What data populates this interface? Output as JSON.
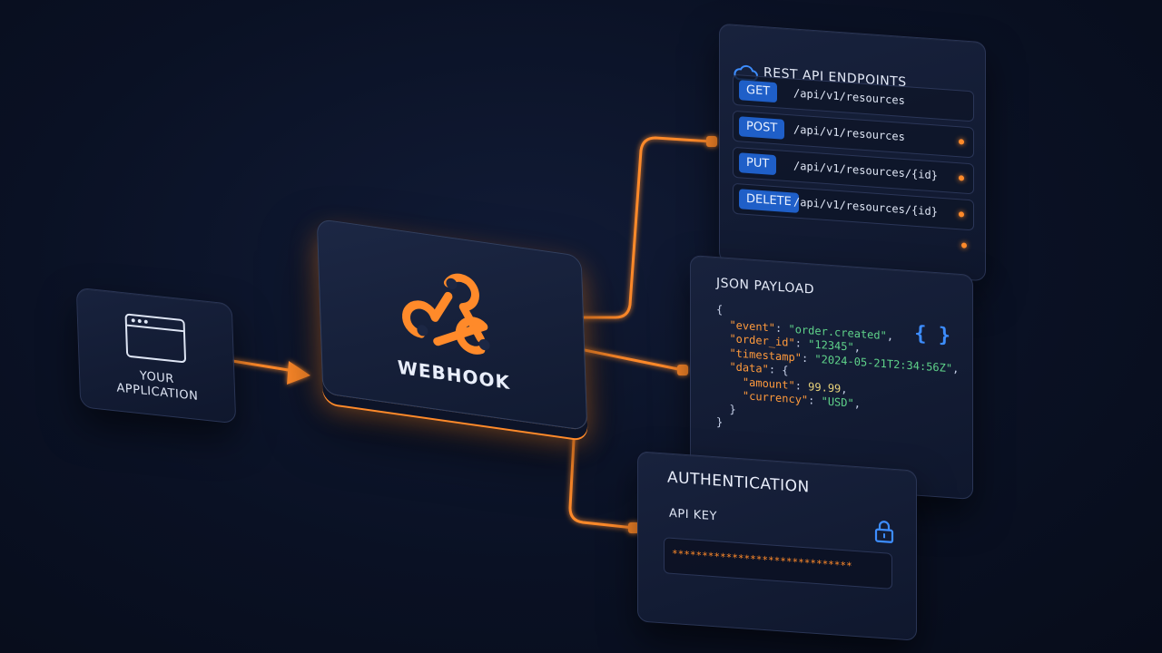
{
  "app": {
    "label": "YOUR\nAPPLICATION",
    "icon": "browser-window-icon"
  },
  "webhook": {
    "label": "WEBHOOK",
    "icon": "webhook-logo-icon"
  },
  "rest": {
    "title": "REST API ENDPOINTS",
    "icon": "cloud-icon",
    "endpoints": [
      {
        "method": "GET",
        "path": "/api/v1/resources"
      },
      {
        "method": "POST",
        "path": "/api/v1/resources"
      },
      {
        "method": "PUT",
        "path": "/api/v1/resources/{id}"
      },
      {
        "method": "DELETE",
        "path": "/api/v1/resources/{id}"
      }
    ]
  },
  "json": {
    "title": "JSON PAYLOAD",
    "icon": "braces-icon",
    "braces": "{ }",
    "lines": [
      {
        "text": "{",
        "indent": 0
      },
      {
        "key": "\"event\"",
        "value": "\"order.created\"",
        "type": "s",
        "indent": 1
      },
      {
        "key": "\"order_id\"",
        "value": "\"12345\"",
        "type": "s",
        "indent": 1
      },
      {
        "key": "\"timestamp\"",
        "value": "\"2024-05-21T2:34:56Z\"",
        "type": "s",
        "indent": 1
      },
      {
        "key": "\"data\"",
        "value": "{",
        "type": "p",
        "indent": 1
      },
      {
        "key": "\"amount\"",
        "value": "99.99",
        "type": "n",
        "indent": 2
      },
      {
        "key": "\"currency\"",
        "value": "\"USD\"",
        "type": "s",
        "indent": 2
      },
      {
        "text": "}",
        "indent": 1
      },
      {
        "text": "}",
        "indent": 0
      }
    ]
  },
  "auth": {
    "title": "AUTHENTICATION",
    "label": "API KEY",
    "icon": "lock-icon",
    "value": "******************************"
  },
  "colors": {
    "accent": "#ff8a2a",
    "method_badge": "#1f5fc8",
    "background": "#0a1124",
    "string": "#5fd38a",
    "number": "#e8d27a"
  }
}
